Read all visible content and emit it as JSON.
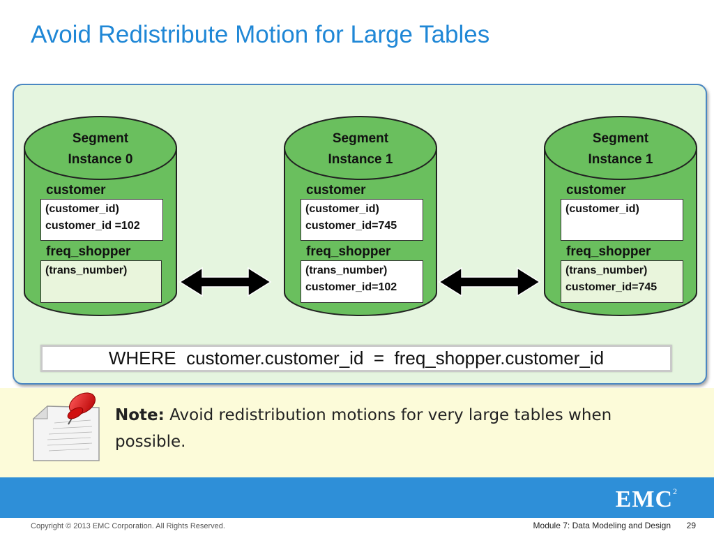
{
  "slide": {
    "title": "Avoid Redistribute Motion for Large Tables"
  },
  "segments": [
    {
      "name_line1": "Segment",
      "name_line2": "Instance 0",
      "customer_label": "customer",
      "customer_lines": [
        "(customer_id)",
        "customer_id =102"
      ],
      "freq_label": "freq_shopper",
      "freq_lines": [
        "(trans_number)",
        ""
      ]
    },
    {
      "name_line1": "Segment",
      "name_line2": "Instance 1",
      "customer_label": "customer",
      "customer_lines": [
        "(customer_id)",
        "customer_id=745"
      ],
      "freq_label": "freq_shopper",
      "freq_lines": [
        "(trans_number)",
        "customer_id=102"
      ]
    },
    {
      "name_line1": "Segment",
      "name_line2": "Instance 1",
      "customer_label": "customer",
      "customer_lines": [
        "(customer_id)",
        ""
      ],
      "freq_label": "freq_shopper",
      "freq_lines": [
        "(trans_number)",
        "customer_id=745"
      ]
    }
  ],
  "where_clause": "WHERE  customer.customer_id  =  freq_shopper.customer_id",
  "note": {
    "label": "Note:",
    "text": " Avoid redistribution motions for very large tables when possible.",
    "icon": "note-pin-icon"
  },
  "footer": {
    "brand": "EMC",
    "brand_sup": "2",
    "copyright": "Copyright © 2013 EMC Corporation. All Rights Reserved.",
    "module": "Module 7: Data Modeling and Design",
    "page": "29"
  },
  "colors": {
    "title": "#1f87d6",
    "cylinder": "#6abf5e",
    "panel": "#e5f5df",
    "footer": "#2e8fd8",
    "note_band": "#fcfbd9"
  }
}
